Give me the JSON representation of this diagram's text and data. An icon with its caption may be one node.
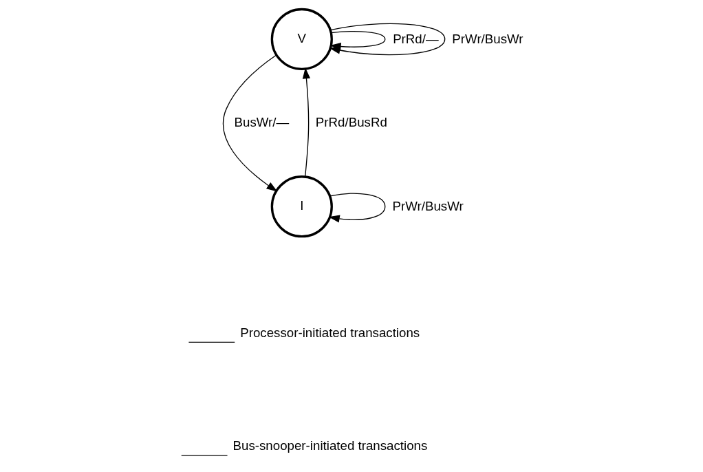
{
  "diagram": {
    "nodes": [
      {
        "text": [
          "V"
        ]
      },
      {
        "text": [
          "I"
        ]
      }
    ],
    "edges": [
      {
        "from": 0,
        "to": 0,
        "arrow": "to",
        "label": "PrRd/—"
      },
      {
        "from": 0,
        "to": 0,
        "arrow": "to",
        "label": "PrWr/BusWr"
      },
      {
        "from": 1,
        "to": 0,
        "arrow": "to",
        "label": "PrRd/BusRd"
      },
      {
        "from": 0,
        "to": 1,
        "arrow": "to",
        "label": "BusWr/—"
      },
      {
        "from": 1,
        "to": 1,
        "arrow": "to",
        "label": "PrWr/BusWr"
      }
    ],
    "legend": [
      {
        "text": "Processor-initiated transactions"
      },
      {
        "text": "Bus-snooper-initiated transactions"
      }
    ]
  }
}
